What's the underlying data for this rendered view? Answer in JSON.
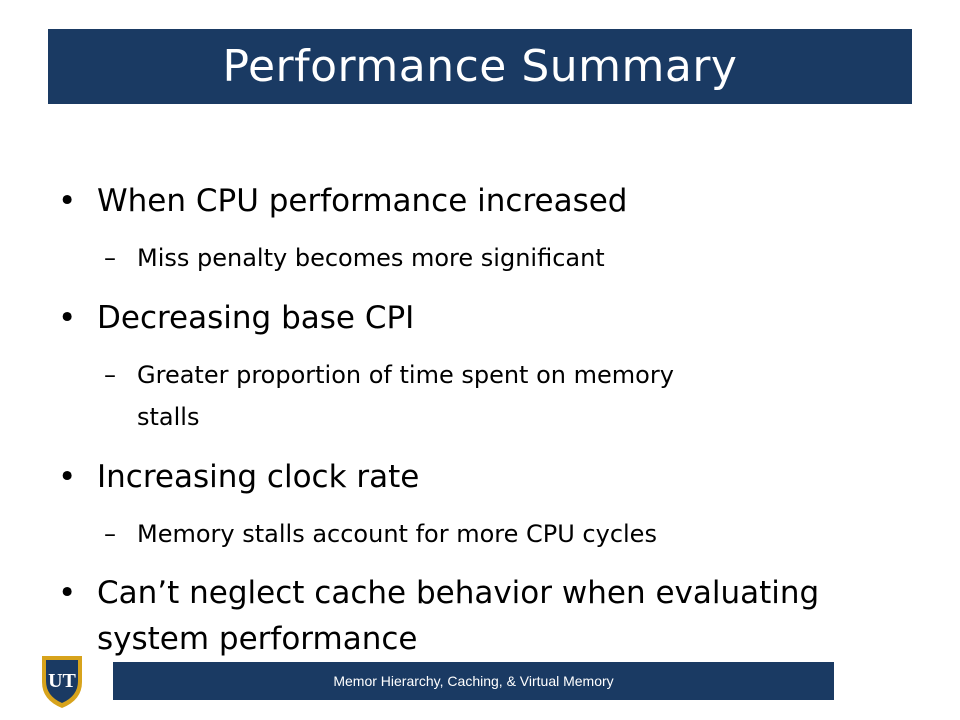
{
  "slide": {
    "title": "Performance Summary",
    "bullet_symbol": "•",
    "sub_symbol": "–",
    "bullets": [
      {
        "text": "When CPU performance increased",
        "sub": "Miss penalty becomes more significant"
      },
      {
        "text": "Decreasing base CPI",
        "sub_line1": "Greater proportion of time spent on memory",
        "sub_line2": "stalls"
      },
      {
        "text": "Increasing clock rate",
        "sub": "Memory stalls account for more CPU cycles"
      },
      {
        "line1": "Can’t neglect cache behavior when evaluating",
        "line2": "system performance"
      }
    ],
    "footer": "Memor Hierarchy, Caching, & Virtual Memory",
    "logo_text": "UT",
    "colors": {
      "title_bar": "#1a3a63",
      "footer_bar": "#1a3a63",
      "logo_gold": "#d7a31c"
    }
  }
}
